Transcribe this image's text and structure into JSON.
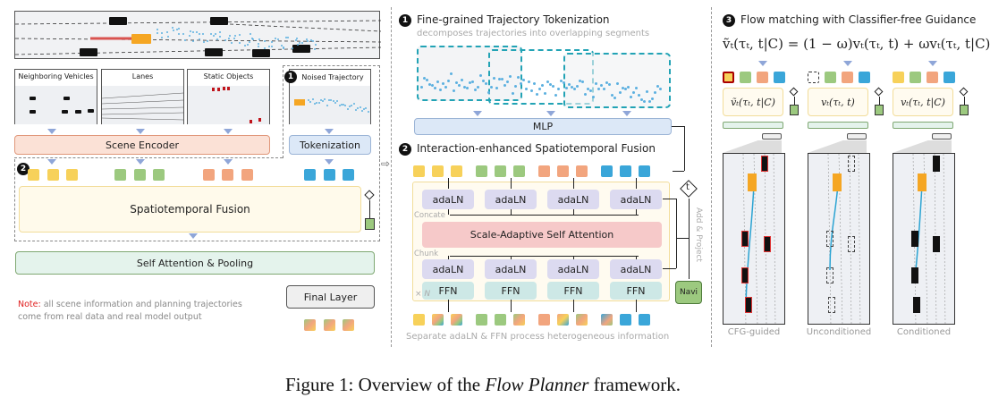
{
  "left_panel": {
    "scene_panels": [
      {
        "label": "Neighboring Vehicles"
      },
      {
        "label": "Lanes"
      },
      {
        "label": "Static Objects"
      }
    ],
    "noised_trajectory": {
      "badge": "1",
      "label": "Noised Trajectory"
    },
    "scene_encoder_label": "Scene Encoder",
    "tokenization_label": "Tokenization",
    "fusion_badge": "2",
    "spatiotemporal_fusion_label": "Spatiotemporal Fusion",
    "self_attention_pooling_label": "Self Attention & Pooling",
    "final_layer_label": "Final Layer",
    "note_prefix": "Note:",
    "note_text_line1": "all scene information and planning trajectories",
    "note_text_line2": "come from real data and real model output"
  },
  "middle_panel": {
    "section1": {
      "badge": "1",
      "title": "Fine-grained Trajectory Tokenization",
      "subtitle": "decomposes trajectories into overlapping segments"
    },
    "mlp_label": "MLP",
    "section2": {
      "badge": "2",
      "title": "Interaction-enhanced Spatiotemporal Fusion"
    },
    "adaln_label": "adaLN",
    "concate_label": "Concate",
    "attention_label": "Scale-Adaptive Self Attention",
    "chunk_label": "Chunk",
    "ffn_label": "FFN",
    "repeat_label": "× N",
    "t_label": "t",
    "add_project_label": "Add & Project",
    "navi_label": "Navi",
    "footer": "Separate adaLN & FFN process heterogeneous information"
  },
  "right_panel": {
    "section3": {
      "badge": "3",
      "title": "Flow matching with Classifier-free Guidance"
    },
    "equation": "ṽₜ(τₜ, t|C) = (1 − ω)vₜ(τₜ, t) + ωvₜ(τₜ, t|C)",
    "columns": [
      {
        "formula": "ṽₜ(τₜ, t|C)",
        "caption": "CFG-guided"
      },
      {
        "formula": "vₜ(τₜ, t)",
        "caption": "Unconditioned"
      },
      {
        "formula": "vₜ(τₜ, t|C)",
        "caption": "Conditioned"
      }
    ]
  },
  "caption": {
    "prefix": "Figure 1: Overview of the ",
    "emphasis": "Flow Planner",
    "suffix": " framework."
  },
  "colors": {
    "agent_token": "#f7d15a",
    "lane_token": "#9cc97f",
    "static_token": "#f2a57e",
    "trajectory_token": "#3aa6d9",
    "ego_vehicle": "#f5a623",
    "note_red": "#e02020"
  }
}
